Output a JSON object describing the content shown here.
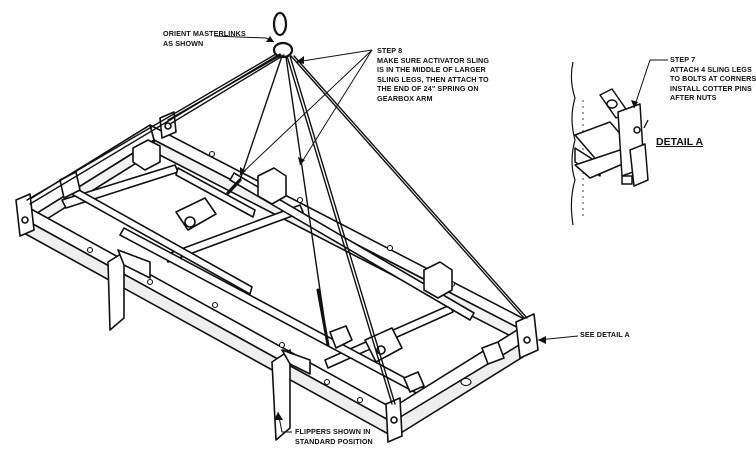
{
  "callouts": {
    "orient": [
      "ORIENT MASTERLINKS",
      "AS SHOWN"
    ],
    "step8": [
      "STEP 8",
      "MAKE SURE ACTIVATOR SLING",
      "IS IN THE MIDDLE OF LARGER",
      "SLING LEGS, THEN ATTACH TO",
      "THE END OF 24\" SPRING ON",
      "GEARBOX ARM"
    ],
    "step7": [
      "STEP 7",
      "ATTACH 4 SLING LEGS",
      "TO BOLTS AT CORNERS",
      "INSTALL COTTER PINS",
      "AFTER NUTS"
    ],
    "see_detail": "SEE DETAIL A",
    "flippers": [
      "FLIPPERS SHOWN IN",
      "STANDARD POSITION"
    ]
  },
  "detail_title": "DETAIL A"
}
